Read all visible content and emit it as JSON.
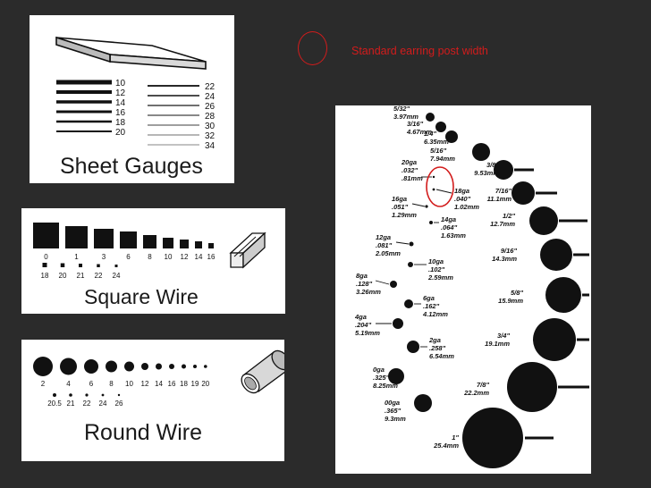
{
  "legend": {
    "text": "Standard earring post width",
    "marker_color": "#d21c1c"
  },
  "sheet_gauges": {
    "title": "Sheet Gauges",
    "thick_labels": [
      "10",
      "12",
      "14",
      "16",
      "18",
      "20"
    ],
    "thin_labels": [
      "22",
      "24",
      "26",
      "28",
      "30",
      "32",
      "34"
    ]
  },
  "square_wire": {
    "title": "Square Wire",
    "top_labels": [
      "0",
      "1",
      "3",
      "6",
      "8",
      "10",
      "12",
      "14",
      "16"
    ],
    "bottom_labels": [
      "18",
      "20",
      "21",
      "22",
      "24"
    ]
  },
  "round_wire": {
    "title": "Round Wire",
    "top_labels": [
      "2",
      "4",
      "6",
      "8",
      "10",
      "12",
      "14",
      "16",
      "18",
      "19",
      "20"
    ],
    "bottom_labels": [
      "20.5",
      "21",
      "22",
      "24",
      "26"
    ]
  },
  "size_chart": {
    "highlight_color": "#d21c1c",
    "left_column": [
      {
        "lines": [
          "5/32\"",
          "3.97mm"
        ]
      },
      {
        "lines": [
          "3/16\"",
          "4.67mm"
        ]
      },
      {
        "lines": [
          "1/4\"",
          "6.35mm"
        ]
      },
      {
        "lines": [
          "5/16\"",
          "7.94mm"
        ]
      },
      {
        "lines": [
          "20ga",
          ".032\"",
          ".81mm"
        ]
      },
      {
        "lines": [
          "18ga",
          ".040\"",
          "1.02mm"
        ]
      },
      {
        "lines": [
          "16ga",
          ".051\"",
          "1.29mm"
        ]
      },
      {
        "lines": [
          "14ga",
          ".064\"",
          "1.63mm"
        ]
      },
      {
        "lines": [
          "12ga",
          ".081\"",
          "2.05mm"
        ]
      },
      {
        "lines": [
          "10ga",
          ".102\"",
          "2.59mm"
        ]
      },
      {
        "lines": [
          "8ga",
          ".128\"",
          "3.26mm"
        ]
      },
      {
        "lines": [
          "6ga",
          ".162\"",
          "4.12mm"
        ]
      },
      {
        "lines": [
          "4ga",
          ".204\"",
          "5.19mm"
        ]
      },
      {
        "lines": [
          "2ga",
          ".258\"",
          "6.54mm"
        ]
      },
      {
        "lines": [
          "0ga",
          ".325\"",
          "8.25mm"
        ]
      },
      {
        "lines": [
          "00ga",
          ".365\"",
          "9.3mm"
        ]
      }
    ],
    "right_column": [
      {
        "lines": [
          "3/8\"",
          "9.53mm"
        ]
      },
      {
        "lines": [
          "7/16\"",
          "11.1mm"
        ]
      },
      {
        "lines": [
          "1/2\"",
          "12.7mm"
        ]
      },
      {
        "lines": [
          "9/16\"",
          "14.3mm"
        ]
      },
      {
        "lines": [
          "5/8\"",
          "15.9mm"
        ]
      },
      {
        "lines": [
          "3/4\"",
          "19.1mm"
        ]
      },
      {
        "lines": [
          "7/8\"",
          "22.2mm"
        ]
      },
      {
        "lines": [
          "1\"",
          "25.4mm"
        ]
      }
    ]
  }
}
